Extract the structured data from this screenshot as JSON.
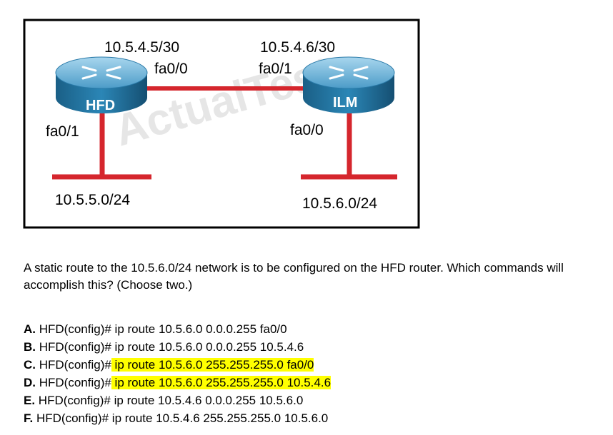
{
  "diagram": {
    "watermark": "ActualTests",
    "routers": [
      {
        "name": "HFD"
      },
      {
        "name": "ILM"
      }
    ],
    "labels": {
      "hfd_ip": "10.5.4.5/30",
      "hfd_fa00": "fa0/0",
      "ilm_ip": "10.5.4.6/30",
      "ilm_fa01": "fa0/1",
      "hfd_fa01": "fa0/1",
      "ilm_fa00": "fa0/0",
      "lan_left": "10.5.5.0/24",
      "lan_right": "10.5.6.0/24"
    },
    "colors": {
      "link": "#d5262d",
      "router_top": "#6fb3d6",
      "router_side": "#1f6f9a",
      "frame": "#000000"
    }
  },
  "question": "A static route to the 10.5.6.0/24 network is to be configured on the HFD router. Which commands will accomplish this? (Choose two.)",
  "options": [
    {
      "letter": "A.",
      "prompt": "HFD(config)#",
      "command": " ip route 10.5.6.0 0.0.0.255 fa0/0",
      "highlighted": false
    },
    {
      "letter": "B.",
      "prompt": "HFD(config)#",
      "command": " ip route 10.5.6.0 0.0.0.255 10.5.4.6",
      "highlighted": false
    },
    {
      "letter": "C.",
      "prompt": "HFD(config)#",
      "command": " ip route 10.5.6.0 255.255.255.0 fa0/0",
      "highlighted": true
    },
    {
      "letter": "D.",
      "prompt": "HFD(config)#",
      "command": " ip route 10.5.6.0 255.255.255.0 10.5.4.6",
      "highlighted": true
    },
    {
      "letter": "E.",
      "prompt": "HFD(config)#",
      "command": " ip route 10.5.4.6 0.0.0.255 10.5.6.0",
      "highlighted": false
    },
    {
      "letter": "F.",
      "prompt": "HFD(config)#",
      "command": " ip route 10.5.4.6 255.255.255.0 10.5.6.0",
      "highlighted": false
    }
  ]
}
